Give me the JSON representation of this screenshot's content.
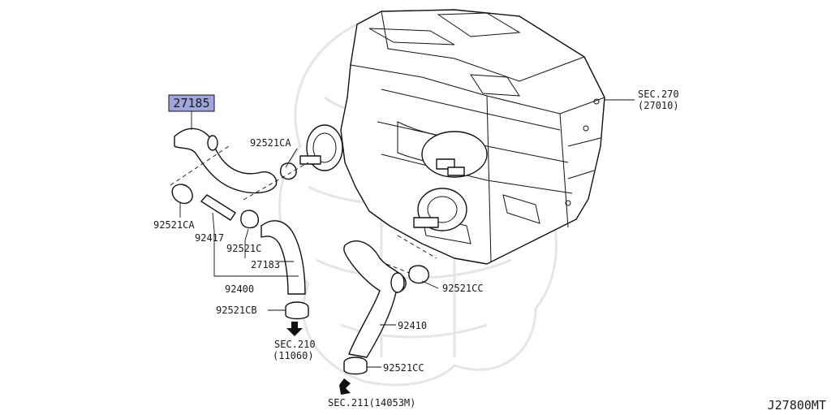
{
  "diagram_code": "J27800MT",
  "highlight_color": "#9fa6dd",
  "labels": {
    "p27185": "27185",
    "p92521CA_top": "92521CA",
    "p92521CA_left": "92521CA",
    "p92417": "92417",
    "p92521C": "92521C",
    "p27183": "27183",
    "p92400": "92400",
    "p92521CB": "92521CB",
    "p92521CC_upper": "92521CC",
    "p92410": "92410",
    "p92521CC_lower": "92521CC",
    "sec270": "SEC.270",
    "sec270_sub": "(27010)",
    "sec210": "SEC.210",
    "sec210_sub": "(11060)",
    "sec211": "SEC.211(14053M)"
  }
}
